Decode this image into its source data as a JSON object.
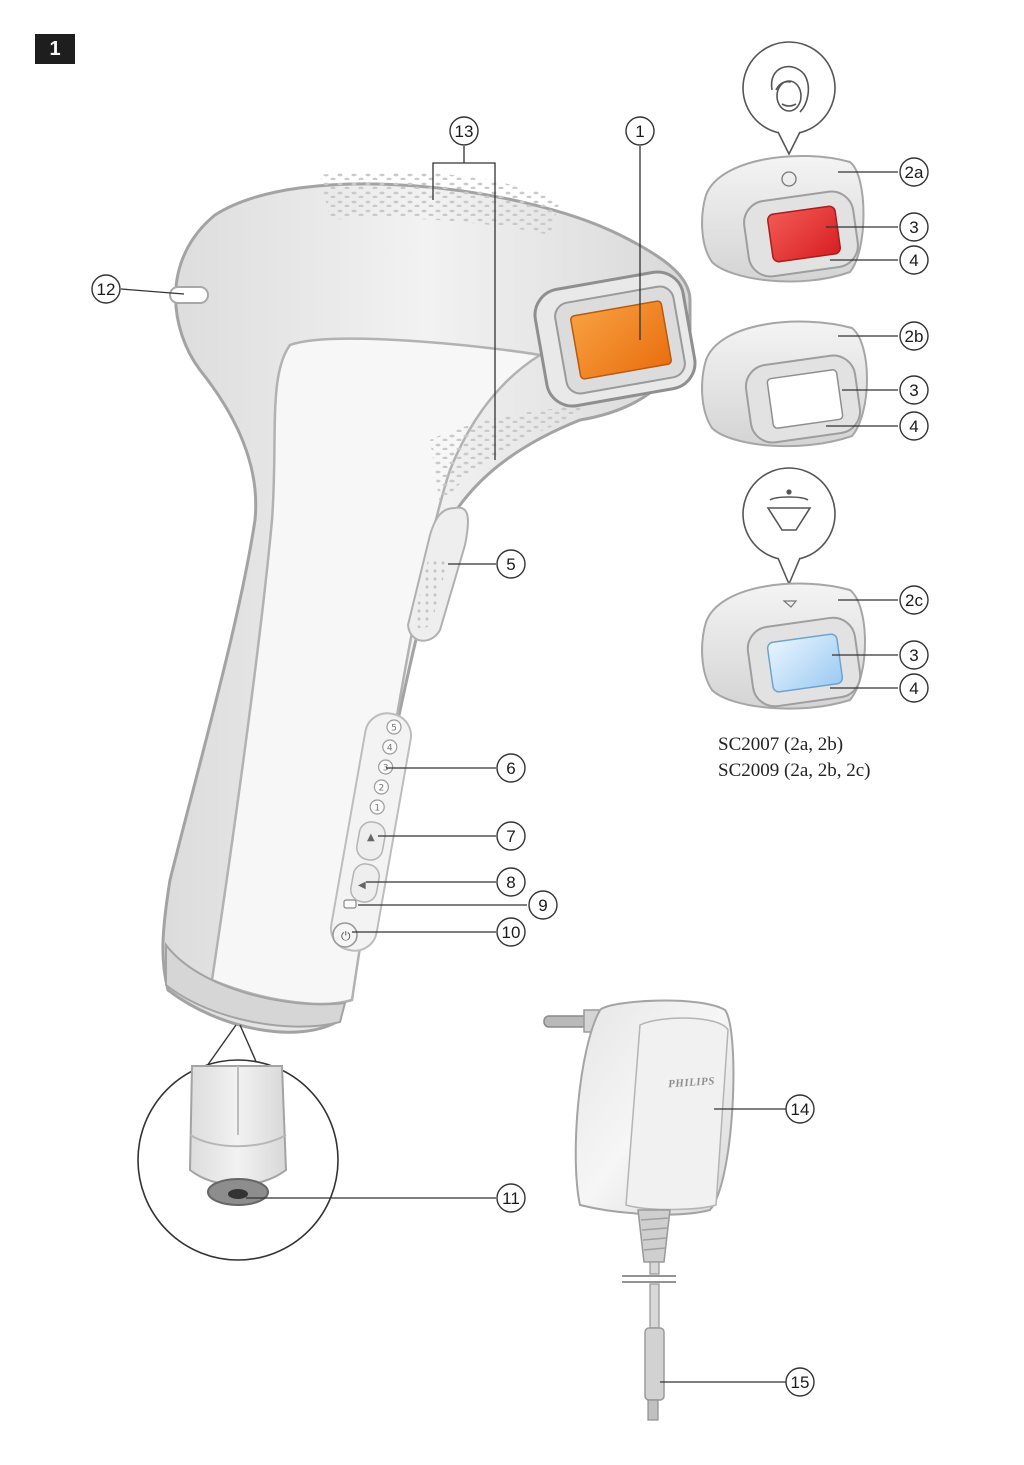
{
  "figure_number": "1",
  "callouts": {
    "c1": "1",
    "c2a": "2a",
    "c2b": "2b",
    "c2c": "2c",
    "c3": "3",
    "c4": "4",
    "c5": "5",
    "c6": "6",
    "c7": "7",
    "c8": "8",
    "c9": "9",
    "c10": "10",
    "c11": "11",
    "c12": "12",
    "c13": "13",
    "c14": "14",
    "c15": "15"
  },
  "intensity_levels": [
    "5",
    "4",
    "3",
    "2",
    "1"
  ],
  "adapter_brand": "PHILIPS",
  "models": [
    "SC2007 (2a, 2b)",
    "SC2009 (2a, 2b, 2c)"
  ],
  "colors": {
    "body_light": "#eeeeee",
    "body_mid": "#d9d9d9",
    "outline": "#9a9a9a",
    "window_orange": "#f07d1e",
    "window_red": "#e8312f",
    "window_blue": "#b9defa",
    "line": "#333333"
  }
}
